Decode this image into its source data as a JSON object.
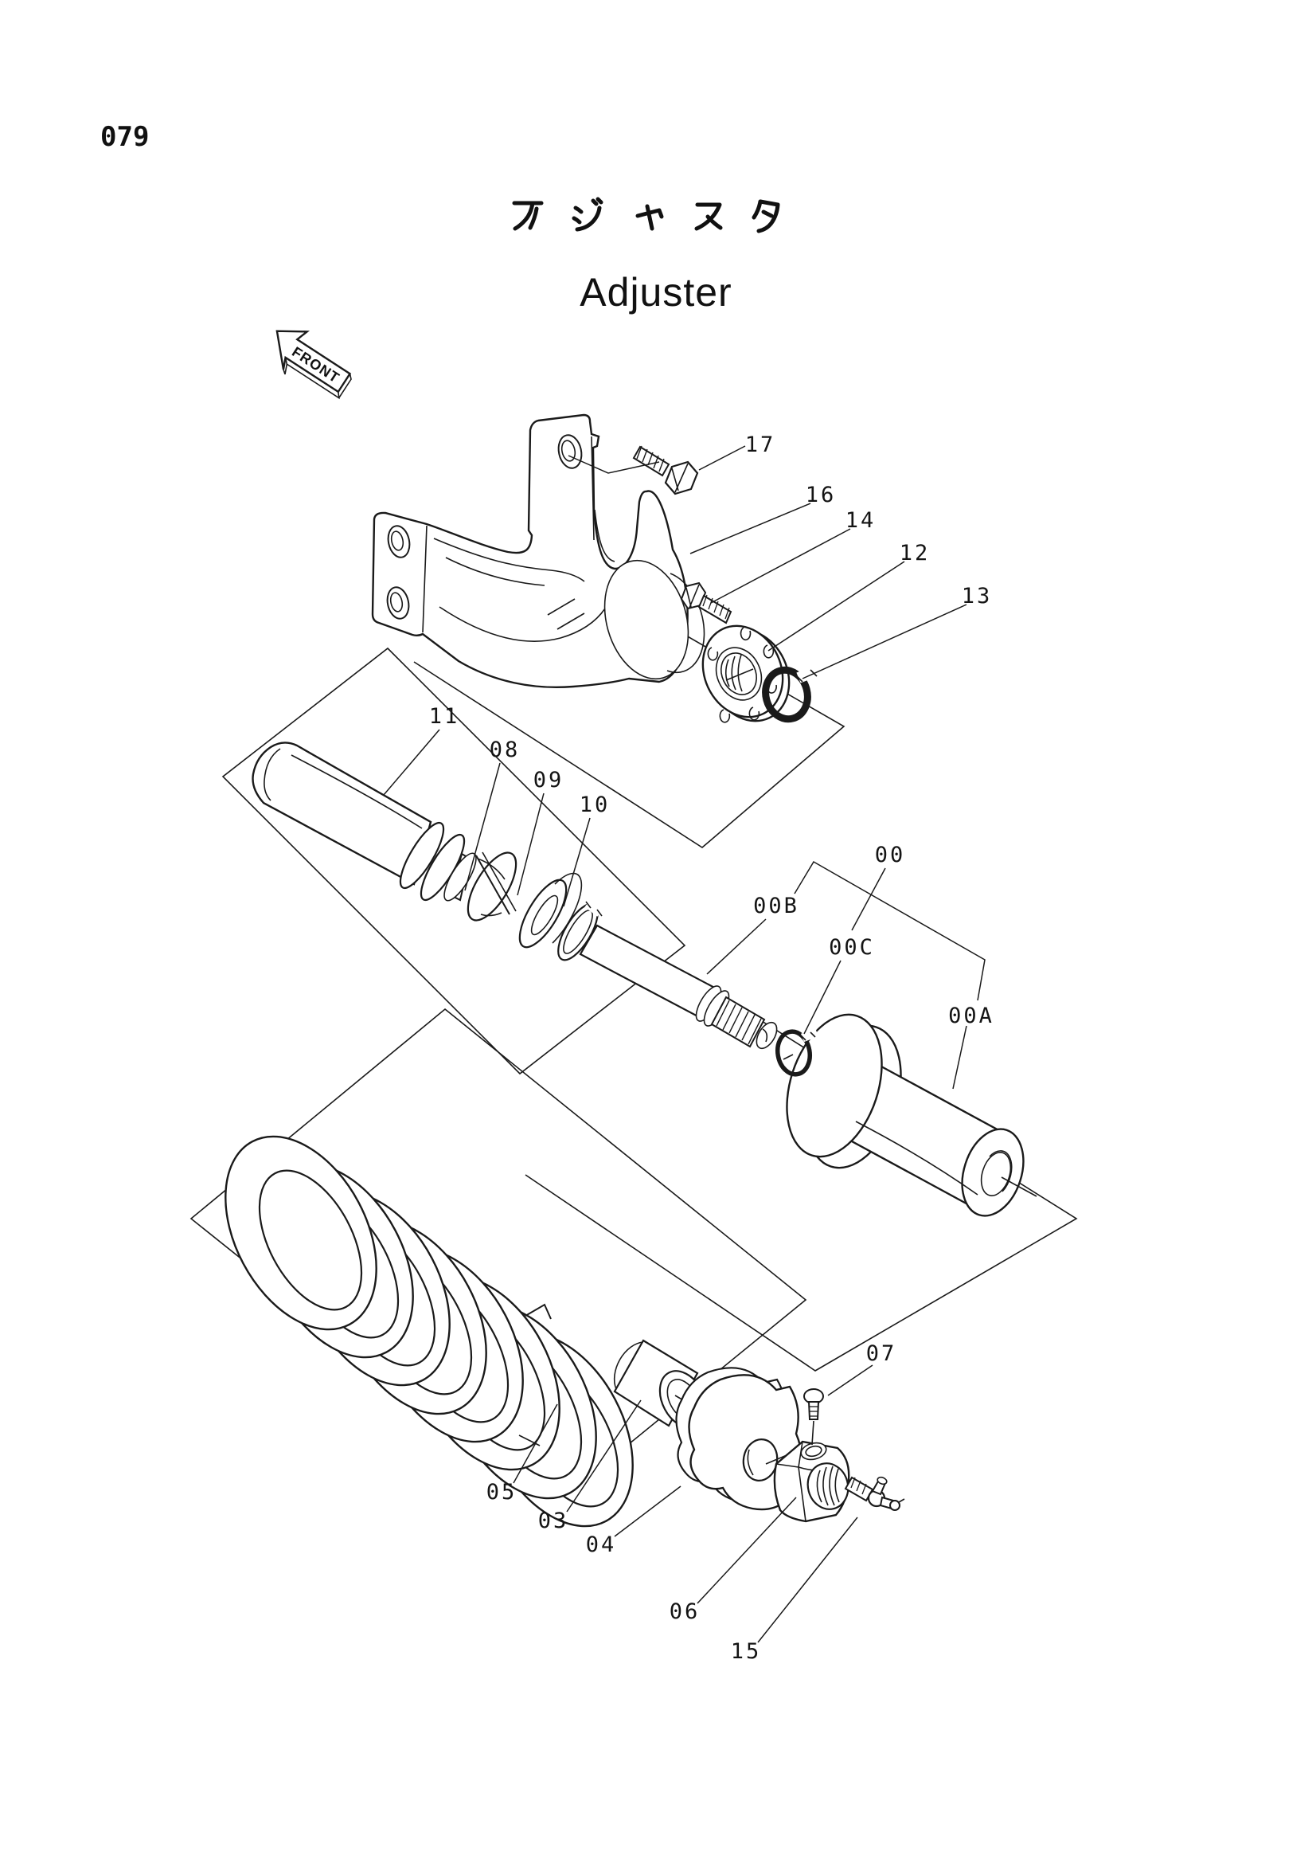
{
  "colors": {
    "ink": "#1a1a1a",
    "paper": "#ffffff"
  },
  "page": {
    "number": "079"
  },
  "title": {
    "ja": "アジャスタ",
    "en": "Adjuster"
  },
  "front_arrow": {
    "label": "FRONT"
  },
  "callouts": [
    {
      "label": "17"
    },
    {
      "label": "16"
    },
    {
      "label": "14"
    },
    {
      "label": "12"
    },
    {
      "label": "13"
    },
    {
      "label": "11"
    },
    {
      "label": "08"
    },
    {
      "label": "09"
    },
    {
      "label": "10"
    },
    {
      "label": "00"
    },
    {
      "label": "00B"
    },
    {
      "label": "00C"
    },
    {
      "label": "00A"
    },
    {
      "label": "07"
    },
    {
      "label": "05"
    },
    {
      "label": "03"
    },
    {
      "label": "04"
    },
    {
      "label": "06"
    },
    {
      "label": "15"
    }
  ]
}
